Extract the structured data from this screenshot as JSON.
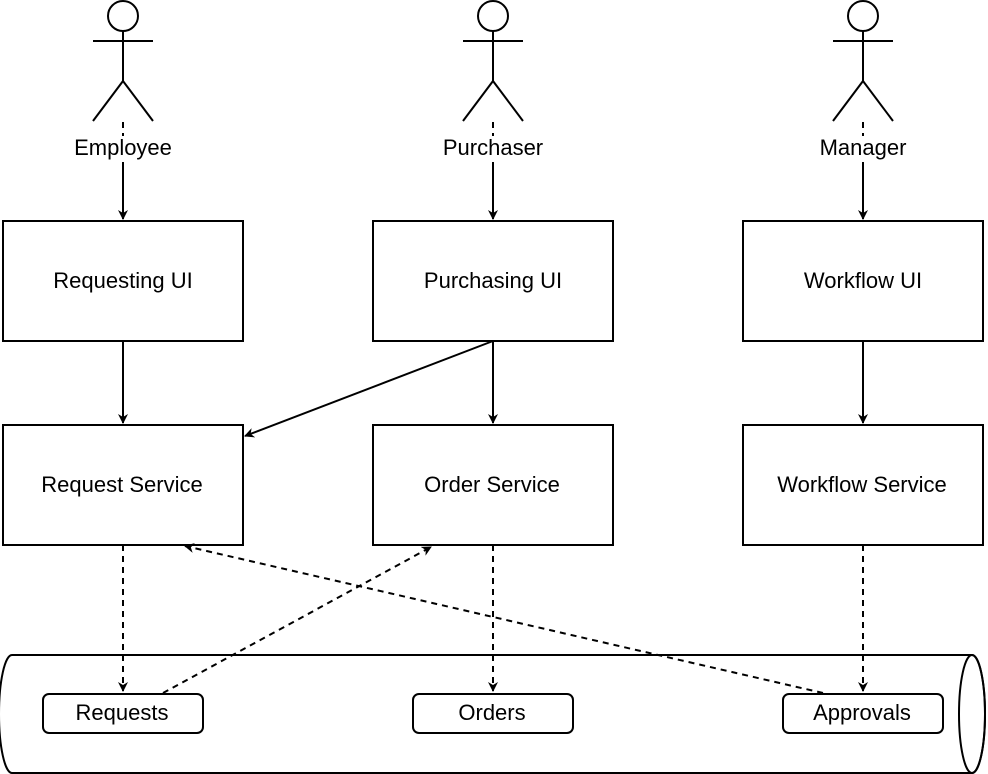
{
  "actors": [
    {
      "label": "Employee"
    },
    {
      "label": "Purchaser"
    },
    {
      "label": "Manager"
    }
  ],
  "ui_boxes": [
    {
      "label": "Requesting UI"
    },
    {
      "label": "Purchasing UI"
    },
    {
      "label": "Workflow UI"
    }
  ],
  "services": [
    {
      "label": "Request Service"
    },
    {
      "label": "Order Service"
    },
    {
      "label": "Workflow Service"
    }
  ],
  "queues": [
    {
      "label": "Requests"
    },
    {
      "label": "Orders"
    },
    {
      "label": "Approvals"
    }
  ]
}
